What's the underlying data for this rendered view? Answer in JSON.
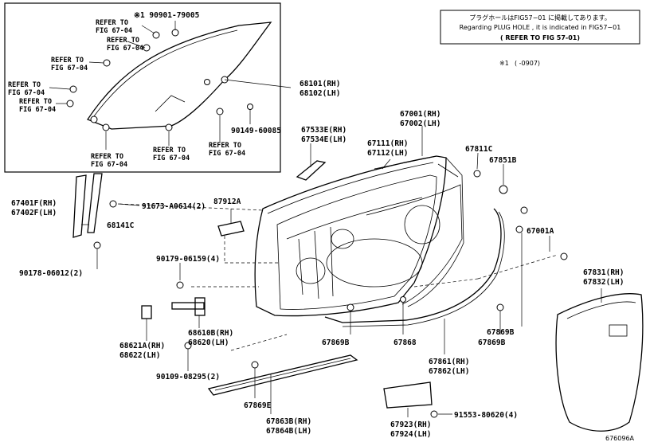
{
  "note": {
    "line1": "プラグホールはFIG57−01 に掲載してあります。",
    "line2": "Regarding PLUG HOLE , it is indicated in FIG57−01",
    "line3": "( REFER TO FIG 57-01)",
    "footnote_mark": "※1",
    "footnote_range": "(    -0907)"
  },
  "inset": {
    "top_part": "※1 90901-79005",
    "refer_labels": [
      "REFER TO",
      "FIG 67-04"
    ],
    "glass_rh": "68101(RH)",
    "glass_lh": "68102(LH)",
    "bolt": "90149-60085"
  },
  "parts": {
    "p67533": "67533E(RH)",
    "p67534": "67534E(LH)",
    "p67001rh": "67001(RH)",
    "p67002lh": "67002(LH)",
    "p67111rh": "67111(RH)",
    "p67112lh": "67112(LH)",
    "p67811": "67811C",
    "p67851": "67851B",
    "p67001a": "67001A",
    "p87912": "87912A",
    "p67401": "67401F(RH)",
    "p67402": "67402F(LH)",
    "p91673": "91673-A0614(2)",
    "p68141": "68141C",
    "p90178": "90178-06012(2)",
    "p90179": "90179-06159(4)",
    "p68610": "68610B(RH)",
    "p68620": "68620(LH)",
    "p68621": "68621A(RH)",
    "p68622": "68622(LH)",
    "p90109": "90109-08295(2)",
    "p67869b1": "67869B",
    "p67868": "67868",
    "p67869b2": "67869B",
    "p67869b3": "67869B",
    "p67861": "67861(RH)",
    "p67862": "67862(LH)",
    "p67831": "67831(RH)",
    "p67832": "67832(LH)",
    "p67869e": "67869E",
    "p67863": "67863B(RH)",
    "p67864": "67864B(LH)",
    "p67923": "67923(RH)",
    "p67924": "67924(LH)",
    "p91553": "91553-80620(4)"
  },
  "figure_id": "676096A"
}
